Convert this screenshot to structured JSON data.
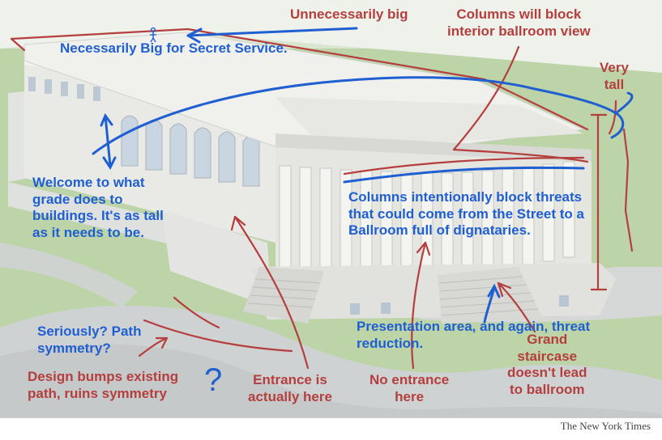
{
  "annotations": {
    "unnecessarily_big": "Unnecessarily big",
    "columns_block_view": [
      "Columns will block",
      "interior ballroom view"
    ],
    "very_tall": [
      "Very",
      "tall"
    ],
    "necessarily_big": "Necessarily Big for Secret Service.",
    "welcome_grade": [
      "Welcome to what",
      "grade does to",
      "buildings. It's as tall",
      "as it needs to be."
    ],
    "columns_block_threats": [
      "Columns intentionally block threats",
      "that could come from the Street to a",
      "Ballroom full of dignataries."
    ],
    "seriously_path": [
      "Seriously? Path",
      "symmetry?"
    ],
    "design_bumps": [
      "Design bumps existing",
      "path, ruins symmetry"
    ],
    "question_mark": "?",
    "entrance_here": [
      "Entrance is",
      "actually here"
    ],
    "no_entrance": [
      "No entrance",
      "here"
    ],
    "presentation_area": [
      "Presentation area, and again, threat",
      "reduction."
    ],
    "grand_staircase": [
      "Grand",
      "staircase",
      "doesn't lead",
      "to ballroom"
    ]
  },
  "credit": "The New York Times",
  "colors": {
    "red_ink": "#b53e3e",
    "blue_ink": "#1f5fd1",
    "lawn": "#b9d3a6",
    "path": "#cdd0d0",
    "stone": "#ecece8"
  }
}
